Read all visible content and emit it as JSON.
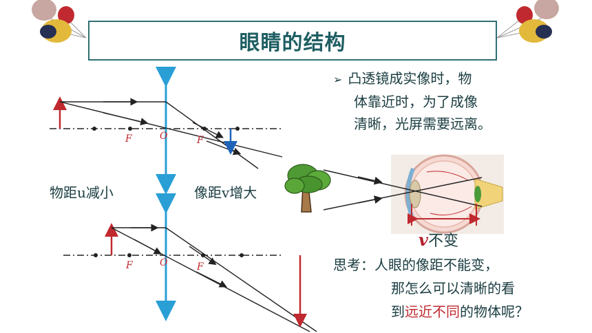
{
  "title": "眼睛的结构",
  "bullet": {
    "marker": "➢",
    "lines": [
      "凸透镜成实像时，物",
      "体靠近时，为了成像",
      "清晰，光屏需要远离。"
    ]
  },
  "labels": {
    "object_distance": "物距u减小",
    "image_distance": "像距v增大",
    "v_symbol": "v",
    "v_text": "不变",
    "focus_left": "F",
    "focus_right": "F",
    "center": "O"
  },
  "question": {
    "line1": "思考：人眼的像距不能变，",
    "line2": "那怎么可以清晰的看",
    "line3_prefix": "到",
    "line3_red1": "远近",
    "line3_mid": "不同",
    "line3_suffix": "的物体呢？"
  },
  "colors": {
    "title_border": "#2f6f72",
    "lens": "#2a9fd6",
    "object": "#c0292f",
    "image_top": "#1e63b8",
    "ray": "#222222",
    "highlight": "#c0292f"
  }
}
